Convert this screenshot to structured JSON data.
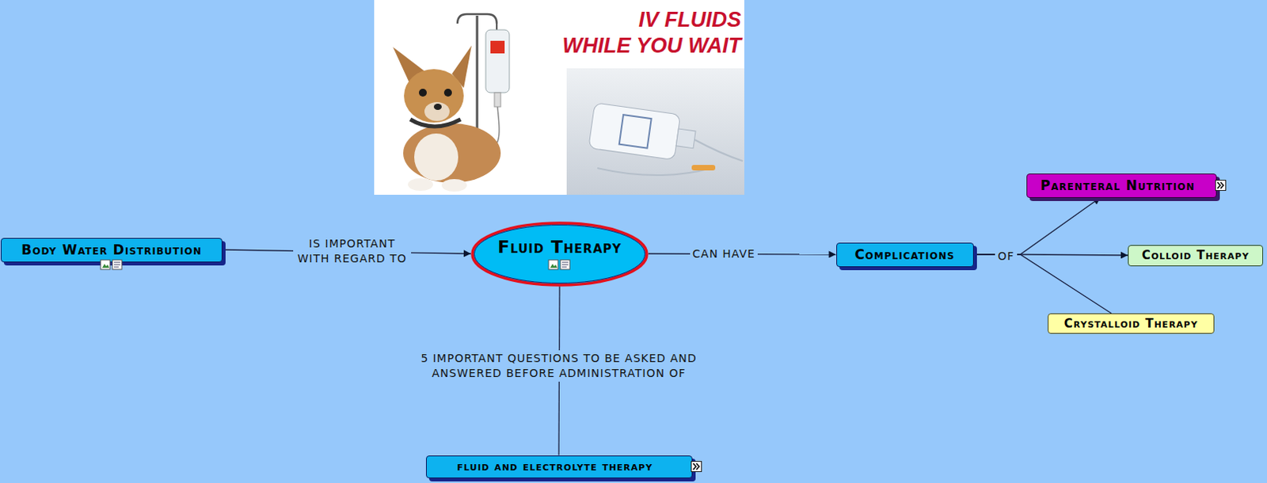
{
  "diagram": {
    "nodes": [
      {
        "text": [
          "Body Water Distribution"
        ]
      },
      {
        "text": [
          "Fluid Therapy"
        ]
      },
      {
        "text": [
          "Complications"
        ]
      },
      {
        "text": [
          "Parenteral Nutrition"
        ]
      },
      {
        "text": [
          "Colloid Therapy"
        ]
      },
      {
        "text": [
          "Crystalloid Therapy"
        ]
      },
      {
        "text": [
          "fluid and electrolyte therapy"
        ]
      }
    ],
    "edges": [
      {
        "from": 0,
        "to": 1,
        "arrow": "to",
        "label": "IS IMPORTANT WITH REGARD TO"
      },
      {
        "from": 1,
        "to": 2,
        "arrow": "to",
        "label": "CAN HAVE"
      },
      {
        "from": 2,
        "to": 3,
        "arrow": "to"
      },
      {
        "from": 2,
        "to": 4,
        "arrow": "to",
        "label": "OF"
      },
      {
        "from": 2,
        "to": 5,
        "arrow": "none"
      },
      {
        "from": 1,
        "to": 6,
        "arrow": "none",
        "label": "5 IMPORTANT QUESTIONS TO BE ASKED AND ANSWERED BEFORE ADMINISTRATION OF"
      }
    ],
    "labels": [
      "IV FLUIDS",
      "WHILE YOU WAIT"
    ]
  }
}
